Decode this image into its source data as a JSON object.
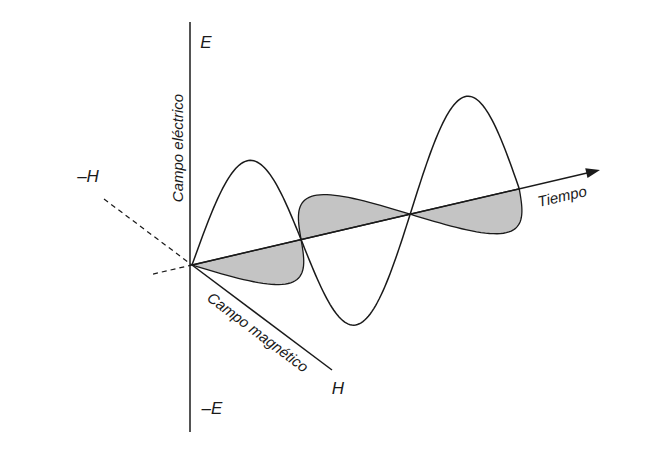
{
  "diagram": {
    "labels": [
      "E",
      "Campo eléctrico",
      "–H",
      "Tiempo",
      "Campo magnético",
      "H",
      "–E"
    ]
  }
}
